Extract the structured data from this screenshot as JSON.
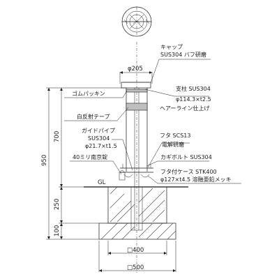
{
  "labels": {
    "cap_name": "キャップ",
    "cap_material": "SUS304 バフ研磨",
    "cap_diameter": "φ205",
    "rubber_packing": "ゴムパッキン",
    "post_name": "支柱 SUS304",
    "post_size": "φ114.3×t2.5",
    "post_finish": "ヘアーライン仕上げ",
    "reflective_tape": "白反射テープ",
    "guide_pipe": "ガイドパイプ",
    "guide_pipe_material": "SUS304",
    "guide_pipe_size": "φ21.7×t1.5",
    "lid": "フタ SCS13",
    "lid_finish": "電解研磨",
    "key_bolt": "カギボルト SUS304",
    "padlock": "40ミリ南京錠",
    "lidded_case": "フタ付ケース STK400",
    "case_size": "φ127×t4.5 溶融亜鉛メッキ",
    "gl": "GL"
  },
  "dimensions": {
    "total_height": "950",
    "above_ground": "700",
    "embedment": "250",
    "base": "100",
    "footing_inner": "□400",
    "footing_outer": "□500"
  },
  "icons": [
    "plan-view-icon"
  ]
}
